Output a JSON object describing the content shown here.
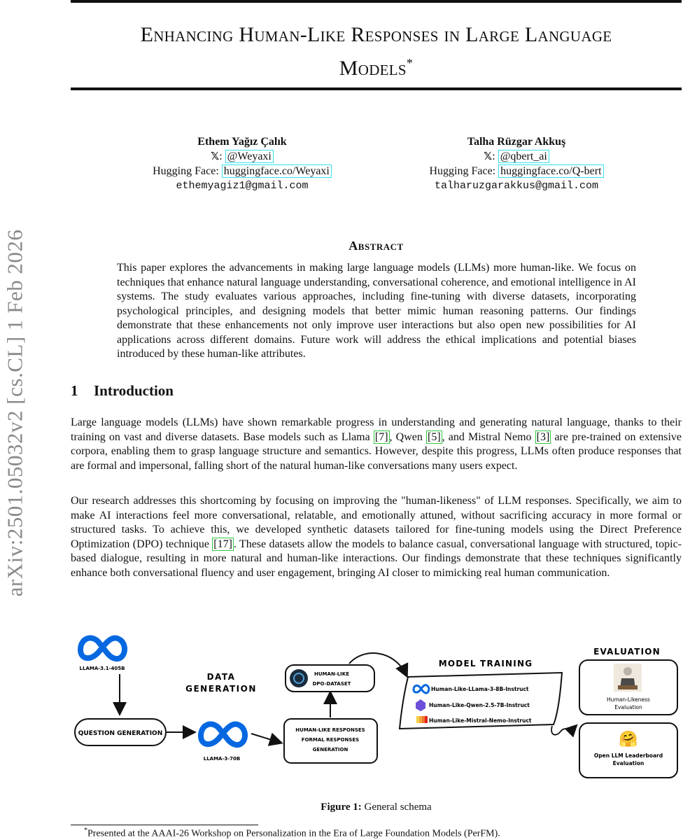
{
  "arxiv_id": "arXiv:2501.05032v2  [cs.CL]  1 Feb 2026",
  "title_line1": "Enhancing Human-Like Responses in Large Language",
  "title_line2": "Models",
  "title_mark": "*",
  "authors": [
    {
      "name": "Ethem Yağız Çalık",
      "x_logo": "𝕏",
      "x_handle": "@Weyaxi",
      "hf_label": "Hugging Face:",
      "hf_link": "huggingface.co/Weyaxi",
      "email": "ethemyagiz1@gmail.com"
    },
    {
      "name": "Talha Rüzgar Akkuş",
      "x_logo": "𝕏",
      "x_handle": "@qbert_ai",
      "hf_label": "Hugging Face:",
      "hf_link": "huggingface.co/Q-bert",
      "email": "talharuzgarakkus@gmail.com"
    }
  ],
  "abstract_title": "Abstract",
  "abstract": "This paper explores the advancements in making large language models (LLMs) more human-like. We focus on techniques that enhance natural language understanding, conversational coherence, and emotional intelligence in AI systems. The study evaluates various approaches, including fine-tuning with diverse datasets, incorporating psychological principles, and designing models that better mimic human reasoning patterns. Our findings demonstrate that these enhancements not only improve user interactions but also open new possibilities for AI applications across different domains. Future work will address the ethical implications and potential biases introduced by these human-like attributes.",
  "section_num": "1",
  "section_title": "Introduction",
  "intro_p1": {
    "a": "Large language models (LLMs) have shown remarkable progress in understanding and generating natural language, thanks to their training on vast and diverse datasets. Base models such as Llama ",
    "c1": "[7]",
    "b": ", Qwen ",
    "c2": "[5]",
    "c": ", and Mistral Nemo ",
    "c3": "[3]",
    "d": " are pre-trained on extensive corpora, enabling them to grasp language structure and semantics. However, despite this progress, LLMs often produce responses that are formal and impersonal, falling short of the natural human-like conversations many users expect."
  },
  "intro_p2": {
    "a": "Our research addresses this shortcoming by focusing on improving the \"human-likeness\" of LLM responses. Specifically, we aim to make AI interactions feel more conversational, relatable, and emotionally attuned, without sacrificing accuracy in more formal or structured tasks. To achieve this, we developed synthetic datasets tailored for fine-tuning models using the Direct Preference Optimization (DPO) technique ",
    "c1": "[17]",
    "b": ". These datasets allow the models to balance casual, conversational language with structured, topic-based dialogue, resulting in more natural and human-like interactions. Our findings demonstrate that these techniques significantly enhance both conversational fluency and user engagement, bringing AI closer to mimicking real human communication."
  },
  "figure": {
    "llama_405b": "LLAMA-3.1-405B",
    "question_generation": "QUESTION GENERATION",
    "data_gen_1": "DATA",
    "data_gen_2": "GENERATION",
    "llama_70b": "LLAMA-3-70B",
    "dpo_1": "HUMAN-LIKE",
    "dpo_2": "DPO-DATASET",
    "resp_1": "HUMAN-LIKE RESPONSES",
    "resp_2": "FORMAL RESPONSES",
    "resp_3": "GENERATION",
    "model_training": "MODEL TRAINING",
    "model_1": "Human-Like-LLama-3-8B-Instruct",
    "model_2": "Human-Like-Qwen-2.5-7B-Instruct",
    "model_3": "Human-Like-Mistral-Nemo-Instruct",
    "evaluation": "EVALUATION",
    "eval1_1": "Human-Likeness",
    "eval1_2": "Evaluation",
    "eval2_1": "Open LLM Leaderboard",
    "eval2_2": "Evaluation",
    "hf_emoji": "🤗"
  },
  "caption_label": "Figure 1:",
  "caption_text": "General schema",
  "footnote_mark": "*",
  "footnote": "Presented at the AAAI-26 Workshop on Personalization in the Era of Large Foundation Models (PerFM).",
  "colors": {
    "link_box": "#36e0ee",
    "cite_box": "#2ecc40",
    "meta_blue": "#0668e1"
  }
}
